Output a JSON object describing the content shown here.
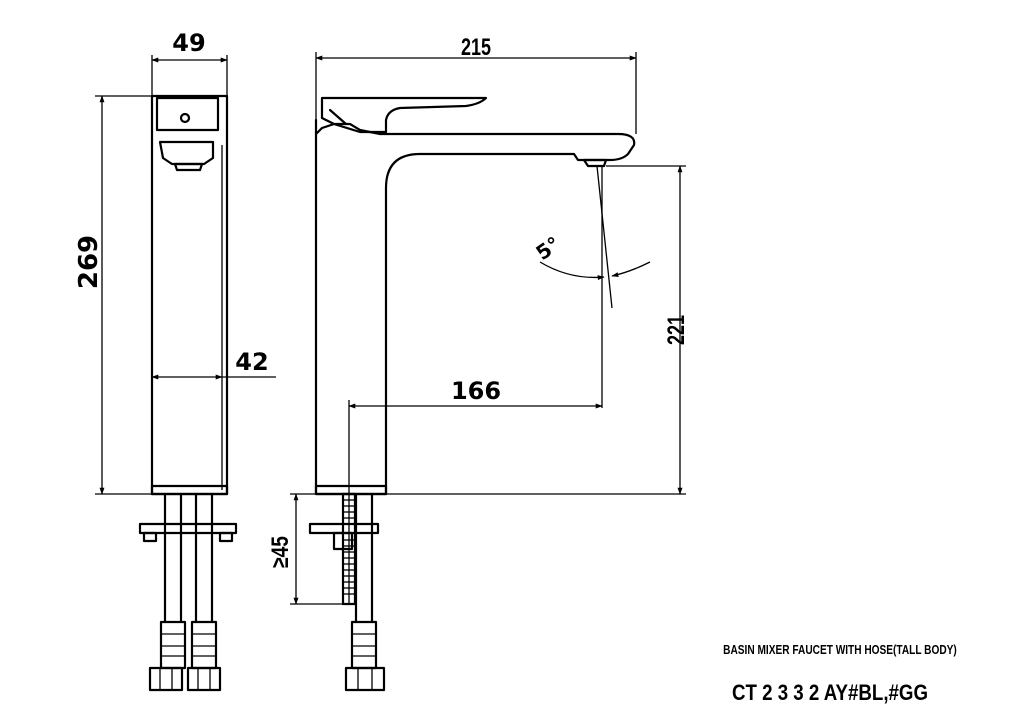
{
  "dimensions": {
    "width_side": "49",
    "height_side": "269",
    "body_depth": "42",
    "width_front": "215",
    "spout_height": "221",
    "spout_reach": "166",
    "spray_angle": "5°",
    "mount_thickness": "≥45"
  },
  "product": {
    "description": "BASIN MIXER FAUCET WITH HOSE(TALL BODY)",
    "model": "CT 2 3 3 2 AY#BL,#GG"
  }
}
